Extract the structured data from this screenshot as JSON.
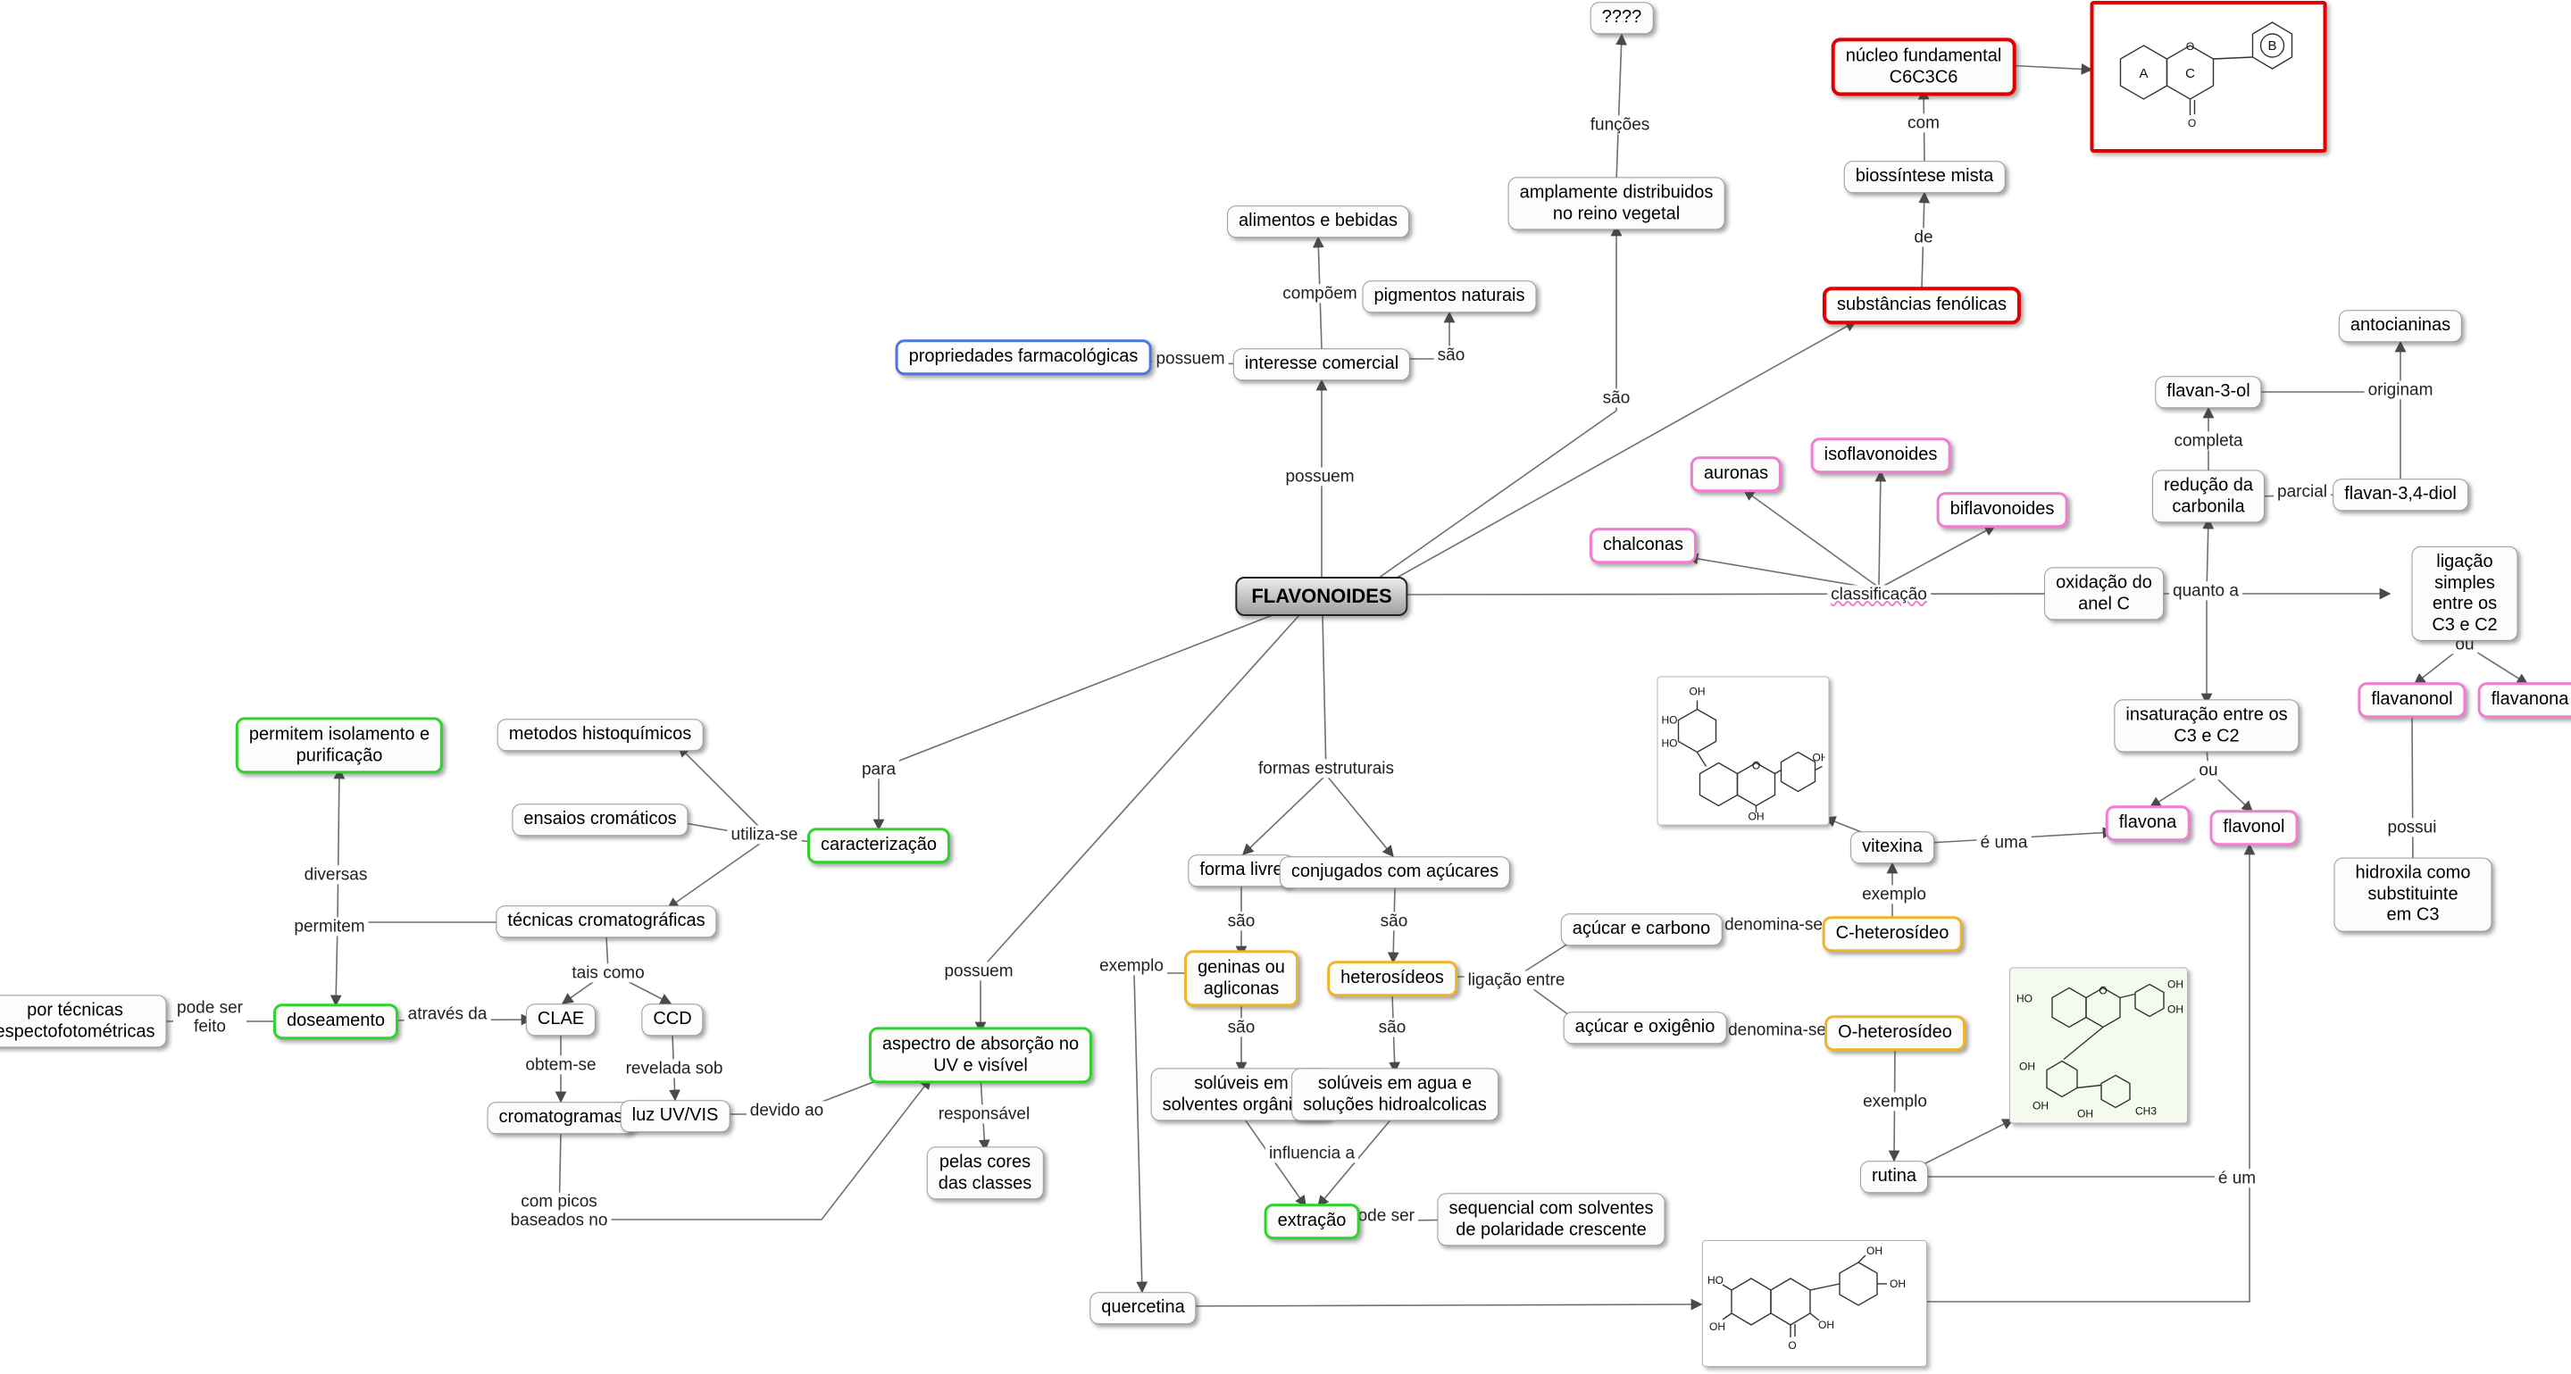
{
  "nodes": {
    "question": "????",
    "nucleo": "núcleo fundamental\nC6C3C6",
    "biossintese": "biossíntese mista",
    "amplamente": "amplamente distribuidos\nno reino vegetal",
    "alimentos": "alimentos e bebidas",
    "pigmentos": "pigmentos naturais",
    "substancias": "substâncias fenólicas",
    "propriedades": "propriedades farmacológicas",
    "interesse": "interesse comercial",
    "antocianinas": "antocianinas",
    "flavan3ol": "flavan-3-ol",
    "isoflavonoides": "isoflavonoides",
    "auronas": "auronas",
    "reducao": "redução da\ncarbonila",
    "flavan34diol": "flavan-3,4-diol",
    "biflavonoides": "biflavonoides",
    "chalconas": "chalconas",
    "flavonoides": "FLAVONOIDES",
    "oxidacao": "oxidação do\nanel C",
    "ligacao_simples": "ligação simples entre os\nC3 e C2",
    "metodos": "metodos histoquímicos",
    "permitem_iso": "permitem isolamento e\npurificação",
    "insaturacao": "insaturação entre os\nC3 e C2",
    "flavanonol": "flavanonol",
    "flavanona": "flavanona",
    "ensaios": "ensaios cromáticos",
    "caracterizacao": "caracterização",
    "flavona": "flavona",
    "flavonol": "flavonol",
    "vitexina": "vitexina",
    "formalivre": "forma livre",
    "conjugados": "conjugados com açúcares",
    "hidroxila": "hidroxila como substituinte\nem C3",
    "tecnicas": "técnicas cromatográficas",
    "acucar_carbono": "açúcar e carbono",
    "cheterosideo": "C-heterosídeo",
    "geninas": "geninas ou\nagliconas",
    "heterosideos": "heterosídeos",
    "portecnicas": "por técnicas\nespectofotométricas",
    "doseamento": "doseamento",
    "clae": "CLAE",
    "ccd": "CCD",
    "acucar_oxigenio": "açúcar e oxigênio",
    "oheterosideo": "O-heterosídeo",
    "aspectro": "aspectro de absorção no\nUV e visível",
    "soluveis_org": "solúveis em\nsolventes orgânicos",
    "soluveis_agua": "solúveis em agua e\nsoluções hidroalcolicas",
    "cromatogramas": "cromatogramas",
    "luzuvvis": "luz UV/VIS",
    "pelascores": "pelas cores\ndas classes",
    "rutina": "rutina",
    "extracao": "extração",
    "sequencial": "sequencial com solventes\nde polaridade crescente",
    "quercetina": "quercetina"
  },
  "labels": {
    "funcoes": "funções",
    "com": "com",
    "de": "de",
    "sao_amplamente": "são",
    "compoem": "compõem",
    "possuem_interesse": "possuem",
    "sao_pigmentos": "são",
    "possuem_prop": "possuem",
    "originam": "originam",
    "completa": "completa",
    "parcial": "parcial",
    "classificacao": "classificação",
    "quantoa": "quanto a",
    "ou1": "ou",
    "ou2": "ou",
    "possui": "possui",
    "euma": "é uma",
    "exemplo_vitexina": "exemplo",
    "para": "para",
    "formas": "formas estruturais",
    "utilizase": "utiliza-se",
    "diversas": "diversas",
    "permitem": "permitem",
    "taiscomo": "tais como",
    "possuem_aspectro": "possuem",
    "exemplo_quercetina": "exemplo",
    "sao_formalivre": "são",
    "sao_conjugados": "são",
    "ligacaoentre": "ligação entre",
    "denominase_c": "denomina-se",
    "denominase_o": "denomina-se",
    "sao_geninas": "são",
    "sao_heterosideos": "são",
    "obtemse": "obtem-se",
    "reveladasob": "revelada sob",
    "devidoao": "devido ao",
    "responsavel": "responsável",
    "exemplo_rutina": "exemplo",
    "influencia": "influencia a",
    "eum": "é um",
    "compicos": "com picos\nbaseados no",
    "podeser": "pode ser",
    "podeserfeito": "pode ser\nfeito",
    "atravesda": "através da"
  },
  "structures": {
    "skeleton": {
      "name": "flavonoid C6C3C6 skeleton",
      "labels": [
        "A",
        "C",
        "B",
        "O",
        "O"
      ]
    },
    "vitexina": {
      "name": "vitexina structure",
      "labels": [
        "OH",
        "HO",
        "HO",
        "O",
        "OH",
        "OH"
      ]
    },
    "rutina": {
      "name": "rutina structure",
      "labels": [
        "HO",
        "OH",
        "OH",
        "O",
        "OH",
        "OH",
        "OH",
        "CH3"
      ]
    },
    "quercetina": {
      "name": "quercetina structure",
      "labels": [
        "HO",
        "OH",
        "OH",
        "OH",
        "OH",
        "O"
      ]
    }
  },
  "colors": {
    "red_border": "#e00000",
    "green_border": "#2ed32e",
    "yellow_border": "#f0b429",
    "pink_border": "#f07ed0",
    "blue_border": "#4a78e0",
    "main_node_bg": "#b9b9b9",
    "line": "#6f6f6f"
  }
}
